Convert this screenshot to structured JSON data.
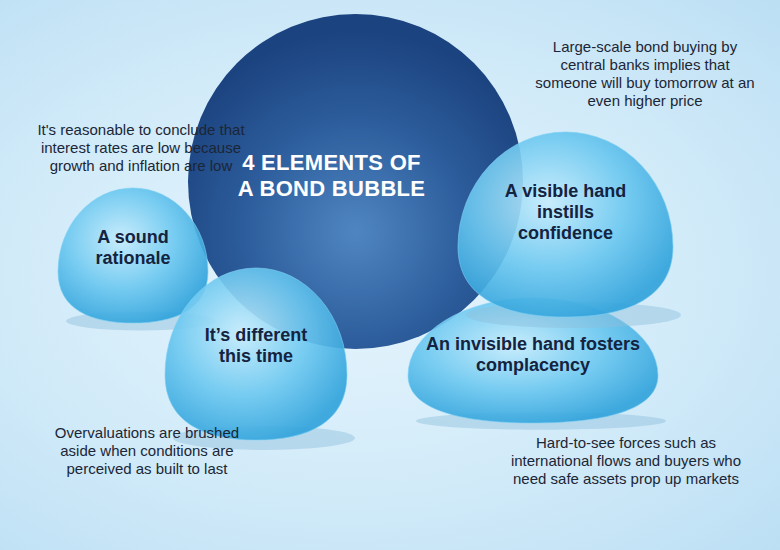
{
  "diagram": {
    "nodes": [
      {
        "text": [
          "4 ELEMENTS OF A BOND BUBBLE"
        ]
      },
      {
        "text": [
          "A sound rationale"
        ]
      },
      {
        "text": [
          "It’s different this time"
        ]
      },
      {
        "text": [
          "An invisible hand fosters complacency"
        ]
      },
      {
        "text": [
          "A visible hand instills confidence"
        ]
      }
    ],
    "labels": [
      "It's reasonable to conclude that interest rates are low because growth and inflation are low",
      "Large-scale bond buying by central banks implies that someone will buy tomorrow at an even higher price",
      "Overvaluations are brushed aside when conditions are perceived as built to last",
      "Hard-to-see forces such as international flows and buyers who need safe assets prop up markets"
    ]
  }
}
